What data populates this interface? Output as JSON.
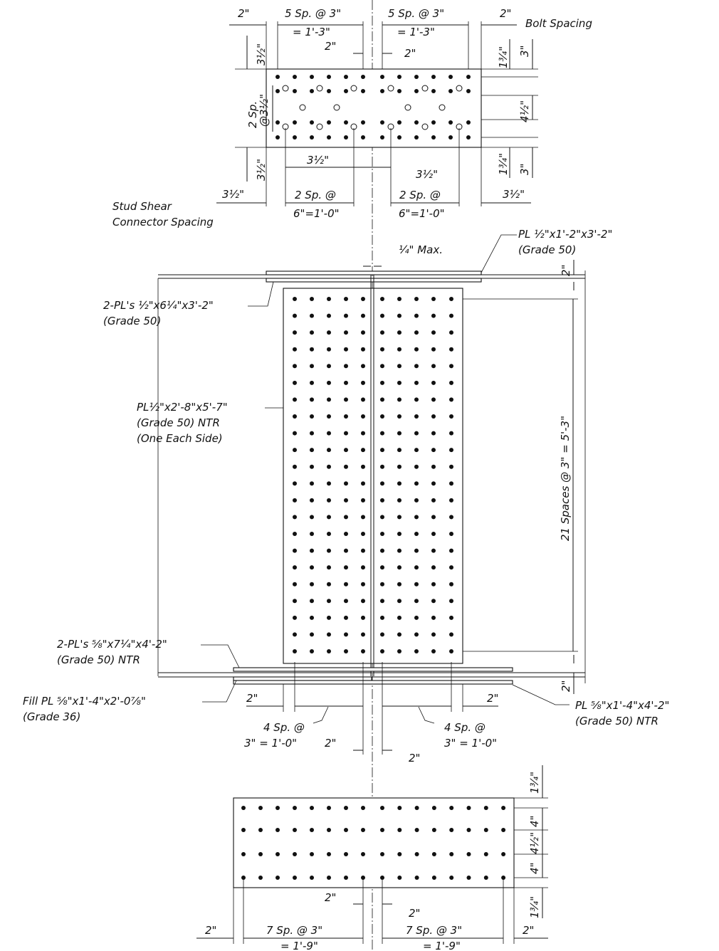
{
  "colors": {
    "ink": "#111111",
    "paper": "#ffffff"
  },
  "labels": {
    "bolt_spacing": "Bolt Spacing",
    "stud_shear_1": "Stud Shear",
    "stud_shear_2": "Connector Spacing",
    "top_dim_2in_left": "2\"",
    "top_dim_2in_right": "2\"",
    "top_5sp_left": "5 Sp. @ 3\"",
    "top_5sp_left_2": "= 1'-3\"",
    "top_5sp_right": "5 Sp. @ 3\"",
    "top_5sp_right_2": "= 1'-3\"",
    "top_gap_left": "2\"",
    "top_gap_right": "2\"",
    "top_left_3half_a": "3½\"",
    "top_left_2sp": "2 Sp.",
    "top_left_2sp_2": "@3½\"",
    "top_left_3half_b": "3½\"",
    "top_right_1_3_4_a": "1¾\"",
    "top_right_3_a": "3\"",
    "top_right_4half": "4½\"",
    "top_right_1_3_4_b": "1¾\"",
    "top_right_3_b": "3\"",
    "stud_3half_left": "3½\"",
    "stud_3half_right": "3½\"",
    "stud_edge_left": "3½\"",
    "stud_edge_right": "3½\"",
    "stud_2sp_left": "2 Sp. @",
    "stud_2sp_left_2": "6\"=1'-0\"",
    "stud_2sp_right": "2 Sp. @",
    "stud_2sp_right_2": "6\"=1'-0\"",
    "quarter_max": "¼\" Max.",
    "top_flange_pl": "PL ½\"x1'-2\"x3'-2\"",
    "top_flange_pl_2": "(Grade 50)",
    "top_flange_gap": "2\"",
    "inner_pls": "2-PL's ½\"x6¼\"x3'-2\"",
    "inner_pls_2": "(Grade 50)",
    "web_pl": "PL½\"x2'-8\"x5'-7\"",
    "web_pl_2": "(Grade 50) NTR",
    "web_pl_3": "(One Each Side)",
    "web_spaces": "21 Spaces @ 3\" = 5'-3\"",
    "bottom_pls": "2-PL's ⅝\"x7¼\"x4'-2\"",
    "bottom_pls_2": "(Grade 50) NTR",
    "fill_pl": "Fill PL ⅝\"x1'-4\"x2'-0⅞\"",
    "fill_pl_2": "(Grade 36)",
    "bottom_flange_pl": "PL ⅝\"x1'-4\"x4'-2\"",
    "bottom_flange_pl_2": "(Grade 50) NTR",
    "bottom_flange_gap": "2\"",
    "web_edge_left": "2\"",
    "web_edge_right": "2\"",
    "web_4sp_left": "4 Sp. @",
    "web_4sp_left_2": "3\" = 1'-0\"",
    "web_4sp_right": "4 Sp. @",
    "web_4sp_right_2": "3\" = 1'-0\"",
    "web_gap_left": "2\"",
    "web_gap_right": "2\"",
    "bot_right_1_3_4_a": "1¾\"",
    "bot_right_4_a": "4\"",
    "bot_right_4_b": "4\"",
    "bot_right_4half": "4½\"",
    "bot_right_1_3_4_b": "1¾\"",
    "bot_gap_left": "2\"",
    "bot_gap_right": "2\"",
    "bot_edge_left": "2\"",
    "bot_edge_right": "2\"",
    "bot_7sp_left": "7 Sp. @ 3\"",
    "bot_7sp_left_2": "= 1'-9\"",
    "bot_7sp_right": "7 Sp. @ 3\"",
    "bot_7sp_right_2": "= 1'-9\""
  }
}
